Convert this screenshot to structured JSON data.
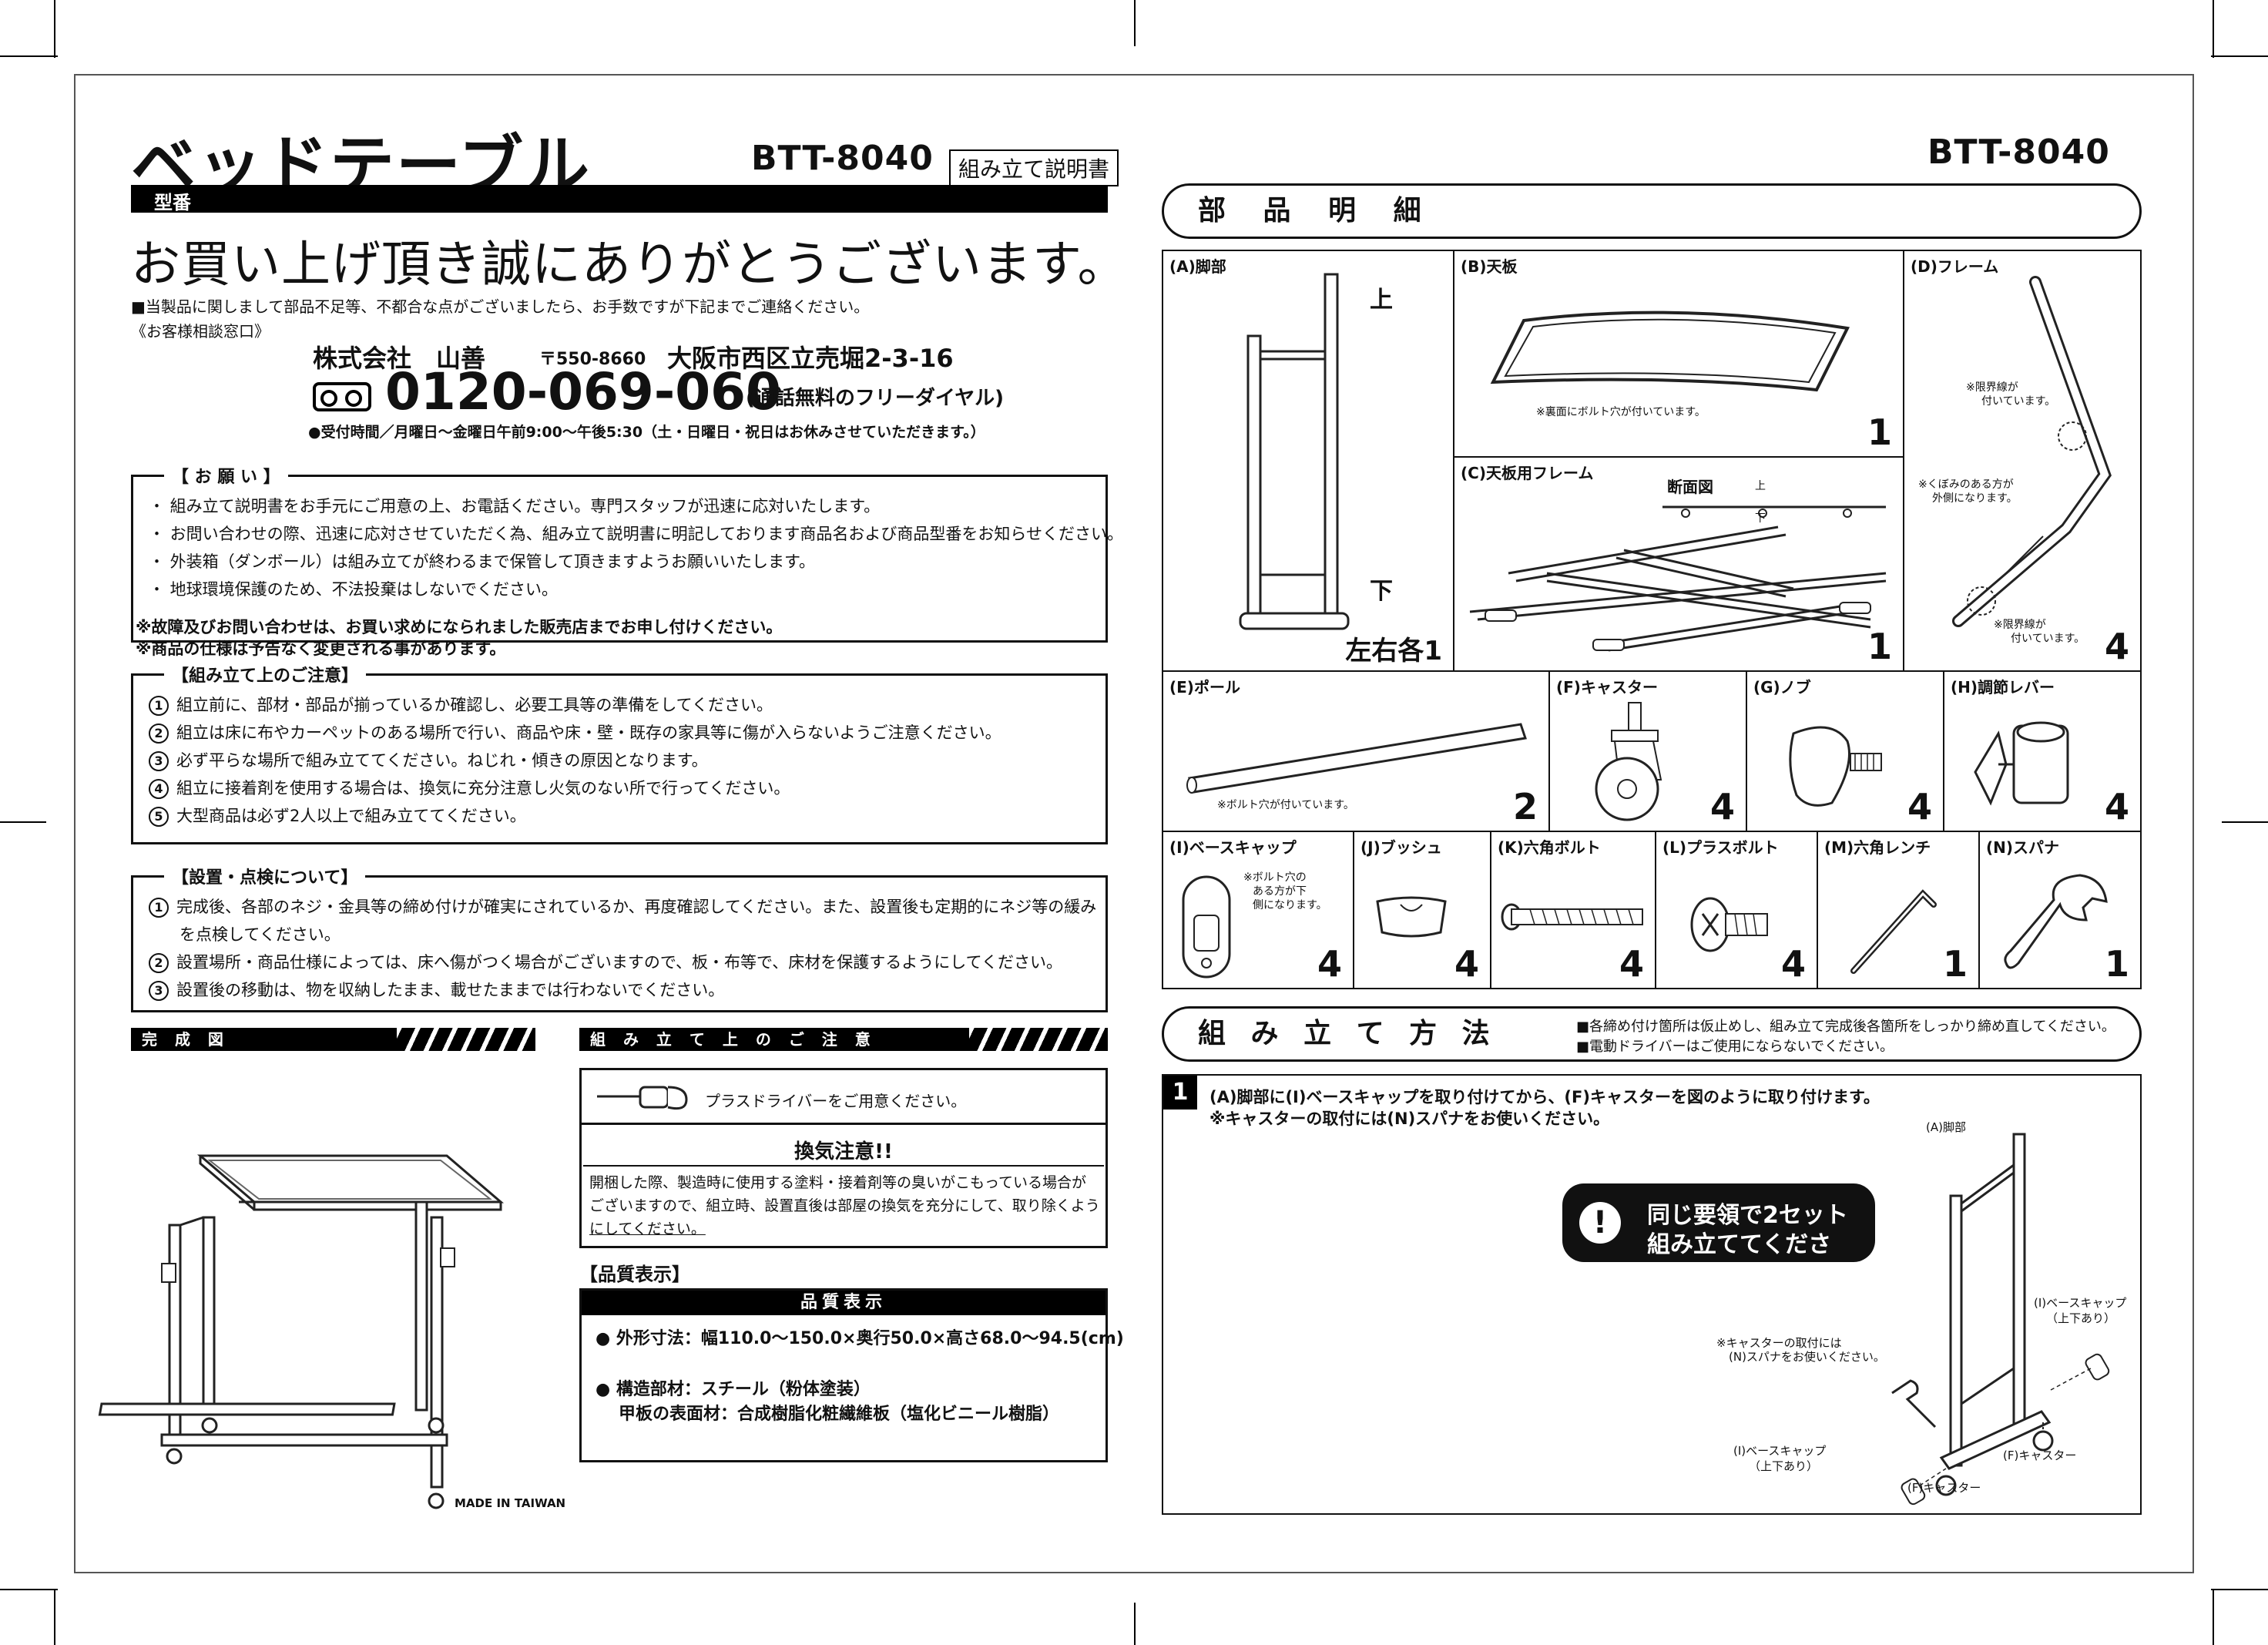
{
  "header": {
    "title": "ベッドテーブル",
    "model_left": "BTT-8040",
    "doc_type": "組み立て説明書",
    "model_label": "型番",
    "model_right": "BTT-8040"
  },
  "thanks": "お買い上げ頂き誠にありがとうございます。",
  "contact": {
    "notice": "■当製品に関しまして部品不足等、不都合な点がございましたら、お手数ですが下記までご連絡ください。",
    "window": "《お客様相談窓口》",
    "company": "株式会社　山善",
    "postal": "〒550-8660",
    "address": "大阪市西区立売堀2-3-16",
    "phone": "0120-069-060",
    "phone_note": "(通話無料のフリーダイヤル)",
    "hours": "●受付時間／月曜日～金曜日午前9:00～午後5:30（土・日曜日・祝日はお休みさせていただきます。）"
  },
  "request": {
    "title": "【 お 願 い 】",
    "items": [
      "・ 組み立て説明書をお手元にご用意の上、お電話ください。専門スタッフが迅速に応対いたします。",
      "・ お問い合わせの際、迅速に応対させていただく為、組み立て説明書に明記しております商品名および商品型番をお知らせください。",
      "・ 外装箱（ダンボール）は組み立てが終わるまで保管して頂きますようお願いいたします。",
      "・ 地球環境保護のため、不法投棄はしないでください。"
    ]
  },
  "notes": [
    "※故障及びお問い合わせは、お買い求めになられました販売店までお申し付けください。",
    "※商品の仕様は予告なく変更される事があります。"
  ],
  "assembly_cautions": {
    "title": "【組み立て上のご注意】",
    "items": [
      {
        "n": "1",
        "text": "組立前に、部材・部品が揃っているか確認し、必要工具等の準備をしてください。"
      },
      {
        "n": "2",
        "text": "組立は床に布やカーペットのある場所で行い、商品や床・壁・既存の家具等に傷が入らないようご注意ください。"
      },
      {
        "n": "3",
        "text": "必ず平らな場所で組み立ててください。ねじれ・傾きの原因となります。"
      },
      {
        "n": "4",
        "text": "組立に接着剤を使用する場合は、換気に充分注意し火気のない所で行ってください。"
      },
      {
        "n": "5",
        "text": "大型商品は必ず2人以上で組み立ててください。"
      }
    ]
  },
  "installation": {
    "title": "【設置・点検について】",
    "items": [
      {
        "n": "1",
        "text": "完成後、各部のネジ・金具等の締め付けが確実にされているか、再度確認してください。また、設置後も定期的にネジ等の緩み",
        "cont": "を点検してください。"
      },
      {
        "n": "2",
        "text": "設置場所・商品仕様によっては、床へ傷がつく場合がございますので、板・布等で、床材を保護するようにしてください。",
        "cont": ""
      },
      {
        "n": "3",
        "text": "設置後の移動は、物を収納したまま、載せたままでは行わないでください。",
        "cont": ""
      }
    ]
  },
  "completed": {
    "bar": "完 成 図",
    "made_in": "MADE IN TAIWAN"
  },
  "assembly_notes": {
    "bar": "組 み 立 て 上 の ご 注 意",
    "driver": "プラスドライバーをご用意ください。",
    "vent_title": "換気注意!!",
    "vent_lines": [
      "開梱した際、製造時に使用する塗料・接着剤等の臭いがこもっている場合が",
      "ございますので、組立時、設置直後は部屋の換気を充分にして、取り除くよう",
      "にしてください。"
    ]
  },
  "quality": {
    "heading": "【品質表示】",
    "bar": "品質表示",
    "size": "● 外形寸法：幅110.0～150.0×奥行50.0×高さ68.0～94.5(cm)",
    "material": "● 構造部材：スチール（粉体塗装）",
    "surface": "甲板の表面材：合成樹脂化粧繊維板（塩化ビニール樹脂）"
  },
  "parts": {
    "title": "部 品 明 細",
    "A": {
      "label": "(A)脚部",
      "up": "上",
      "down": "下",
      "qty": "左右各1"
    },
    "B": {
      "label": "(B)天板",
      "note": "※裏面にボルト穴が付いています。",
      "qty": "1"
    },
    "C": {
      "label": "(C)天板用フレーム",
      "section": "断面図",
      "up": "上",
      "down": "下",
      "qty": "1"
    },
    "D": {
      "label": "(D)フレーム",
      "note1a": "※限界線が",
      "note1b": "付いています。",
      "note2a": "※くぼみのある方が",
      "note2b": "外側になります。",
      "note3a": "※限界線が",
      "note3b": "付いています。",
      "qty": "4"
    },
    "E": {
      "label": "(E)ポール",
      "note": "※ボルト穴が付いています。",
      "qty": "2"
    },
    "F": {
      "label": "(F)キャスター",
      "qty": "4"
    },
    "G": {
      "label": "(G)ノブ",
      "qty": "4"
    },
    "H": {
      "label": "(H)調節レバー",
      "qty": "4"
    },
    "I": {
      "label": "(I)ベースキャップ",
      "note1": "※ボルト穴の",
      "note2": "ある方が下",
      "note3": "側になります。",
      "qty": "4"
    },
    "J": {
      "label": "(J)ブッシュ",
      "qty": "4"
    },
    "K": {
      "label": "(K)六角ボルト",
      "qty": "4"
    },
    "L": {
      "label": "(L)プラスボルト",
      "qty": "4"
    },
    "M": {
      "label": "(M)六角レンチ",
      "qty": "1"
    },
    "N": {
      "label": "(N)スパナ",
      "qty": "1"
    }
  },
  "method": {
    "title": "組 み 立 て 方 法",
    "note1": "■各締め付け箇所は仮止めし、組み立て完成後各箇所をしっかり締め直してください。",
    "note2": "■電動ドライバーはご使用にならないでください。",
    "step1": {
      "num": "1",
      "line1": "(A)脚部に(I)ベースキャップを取り付けてから、(F)キャスターを図のように取り付けます。",
      "line2": "※キャスターの取付には(N)スパナをお使いください。",
      "callout1": "同じ要領で2セット",
      "callout2": "組み立ててください。",
      "lbl_leg": "(A)脚部",
      "lbl_cap_r1": "(I)ベースキャップ",
      "lbl_cap_r2": "（上下あり）",
      "lbl_spanner1": "※キャスターの取付には",
      "lbl_spanner2": "(N)スパナをお使いください。",
      "lbl_cap_l1": "(I)ベースキャップ",
      "lbl_cap_l2": "（上下あり）",
      "lbl_caster_r": "(F)キャスター",
      "lbl_caster_b": "(F)キャスター"
    }
  }
}
